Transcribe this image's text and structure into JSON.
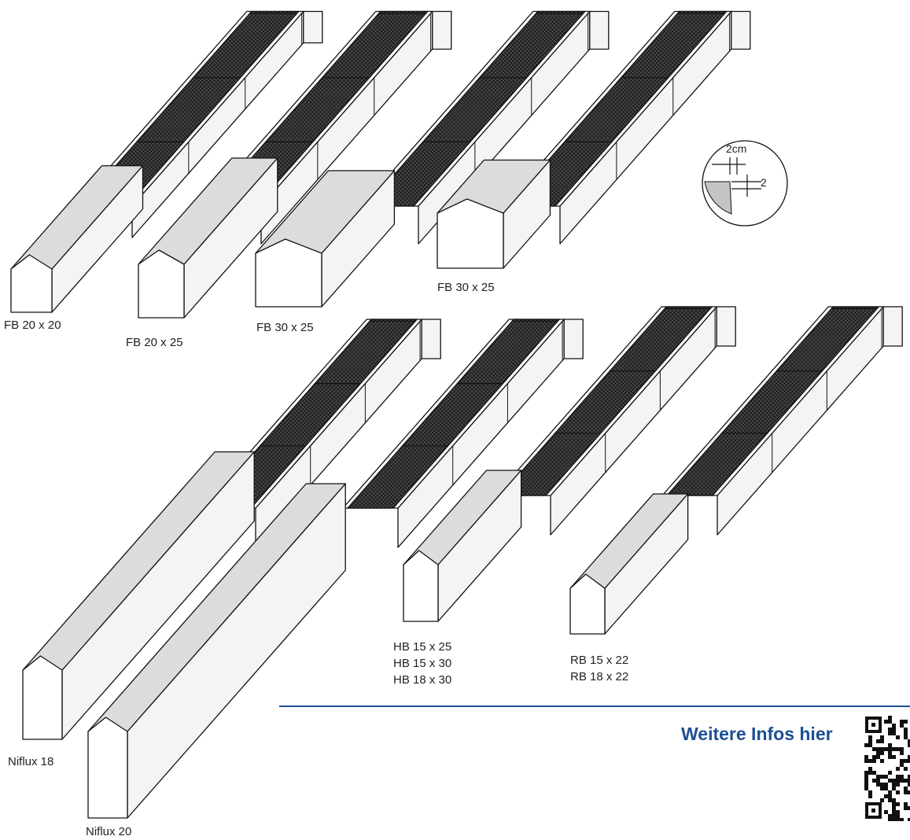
{
  "labels": {
    "fb_20x20": "FB 20 x 20",
    "fb_20x25": "FB 20 x 25",
    "fb_30x25_a": "FB 30 x 25",
    "fb_30x25_b": "FB 30 x 25",
    "niflux_18": "Niflux 18",
    "niflux_20": "Niflux 20",
    "hb_list": [
      "HB 15 x 25",
      "HB 15 x 30",
      "HB 18 x 30"
    ],
    "rb_list": [
      "RB 15 x 22",
      "RB 18 x 22"
    ]
  },
  "detail": {
    "top_dim": "2cm",
    "side_dim": "2"
  },
  "footer": {
    "cta": "Weitere Infos hier"
  },
  "colors": {
    "accent": "#1c4f93",
    "outline": "#111111",
    "face_light": "#f4f4f4",
    "face_shaded": "#dcdcdc",
    "grate": "#3a3a3a"
  },
  "icons": {
    "qr": "qr-code-icon"
  }
}
